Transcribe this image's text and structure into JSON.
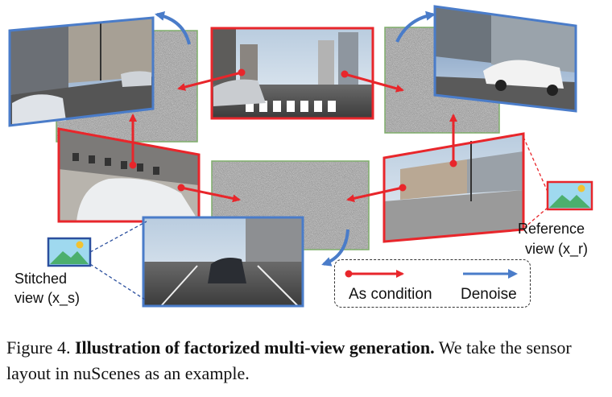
{
  "figure": {
    "stitched_label_line1": "Stitched",
    "stitched_label_line2": "view (x_s)",
    "reference_label_line1": "Reference",
    "reference_label_line2": "view (x_r)",
    "legend": {
      "condition_label": "As condition",
      "denoise_label": "Denoise"
    },
    "colors": {
      "condition": "#e8262b",
      "denoise": "#4a7cc9",
      "noise_border": "#7fae6a"
    }
  },
  "caption": {
    "prefix": "Figure 4.",
    "title": "Illustration of factorized multi-view generation.",
    "body": "We take the sensor layout in nuScenes as an example."
  }
}
